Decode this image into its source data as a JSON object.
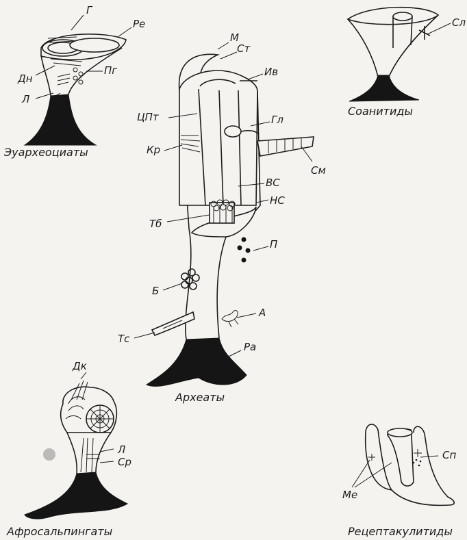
{
  "figures": {
    "euarchaeocyaths": {
      "caption": "Эуархеоциаты",
      "labels": {
        "g": "Г",
        "re": "Ре",
        "dn": "Дн",
        "pg": "Пг",
        "l": "Л"
      }
    },
    "soanitids": {
      "caption": "Соанитиды",
      "labels": {
        "sl": "Сл"
      }
    },
    "archaeata": {
      "caption": "Археаты",
      "labels": {
        "m": "М",
        "st": "Ст",
        "iv": "Ив",
        "tspt": "ЦПт",
        "gl": "Гл",
        "kr": "Кр",
        "sm": "См",
        "vs": "ВС",
        "ns": "НС",
        "tb": "Тб",
        "p": "П",
        "b": "Б",
        "a": "А",
        "ts": "Тс",
        "ra": "Ра"
      }
    },
    "aphrosalpingids": {
      "caption": "Афросальпингаты",
      "labels": {
        "dk": "Дк",
        "l": "Л",
        "sr": "Ср"
      }
    },
    "receptaculitids": {
      "caption": "Рецептакулитиды",
      "labels": {
        "sp": "Сп",
        "me": "Ме"
      }
    }
  }
}
